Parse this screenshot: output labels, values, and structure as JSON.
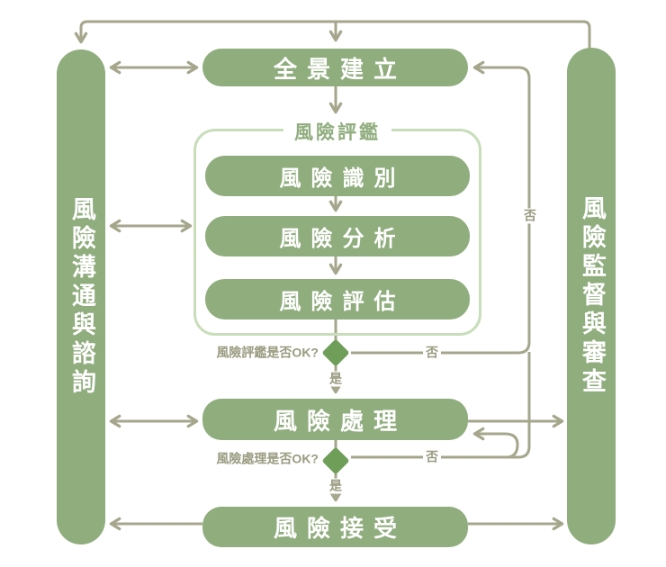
{
  "colors": {
    "box_green": "#90ad7e",
    "diamond_green": "#6f9e58",
    "group_border": "#c8deba",
    "line": "#a5a68c",
    "label_text": "#9a9b80",
    "bg": "#ffffff"
  },
  "left_bar": {
    "label": "風險溝通與諮詢"
  },
  "right_bar": {
    "label": "風險監督與審查"
  },
  "nodes": {
    "context": {
      "label": "全景建立"
    },
    "assessment_group": {
      "title": "風險評鑑"
    },
    "identification": {
      "label": "風險識別"
    },
    "analysis": {
      "label": "風險分析"
    },
    "evaluation": {
      "label": "風險評估"
    },
    "treatment": {
      "label": "風險處理"
    },
    "acceptance": {
      "label": "風險接受"
    }
  },
  "decisions": {
    "assessment_ok": {
      "question": "風險評鑑是否OK?",
      "yes": "是",
      "no": "否"
    },
    "treatment_ok": {
      "question": "風險處理是否OK?",
      "yes": "是",
      "no": "否"
    }
  },
  "labels": {
    "no_vertical": "否"
  }
}
